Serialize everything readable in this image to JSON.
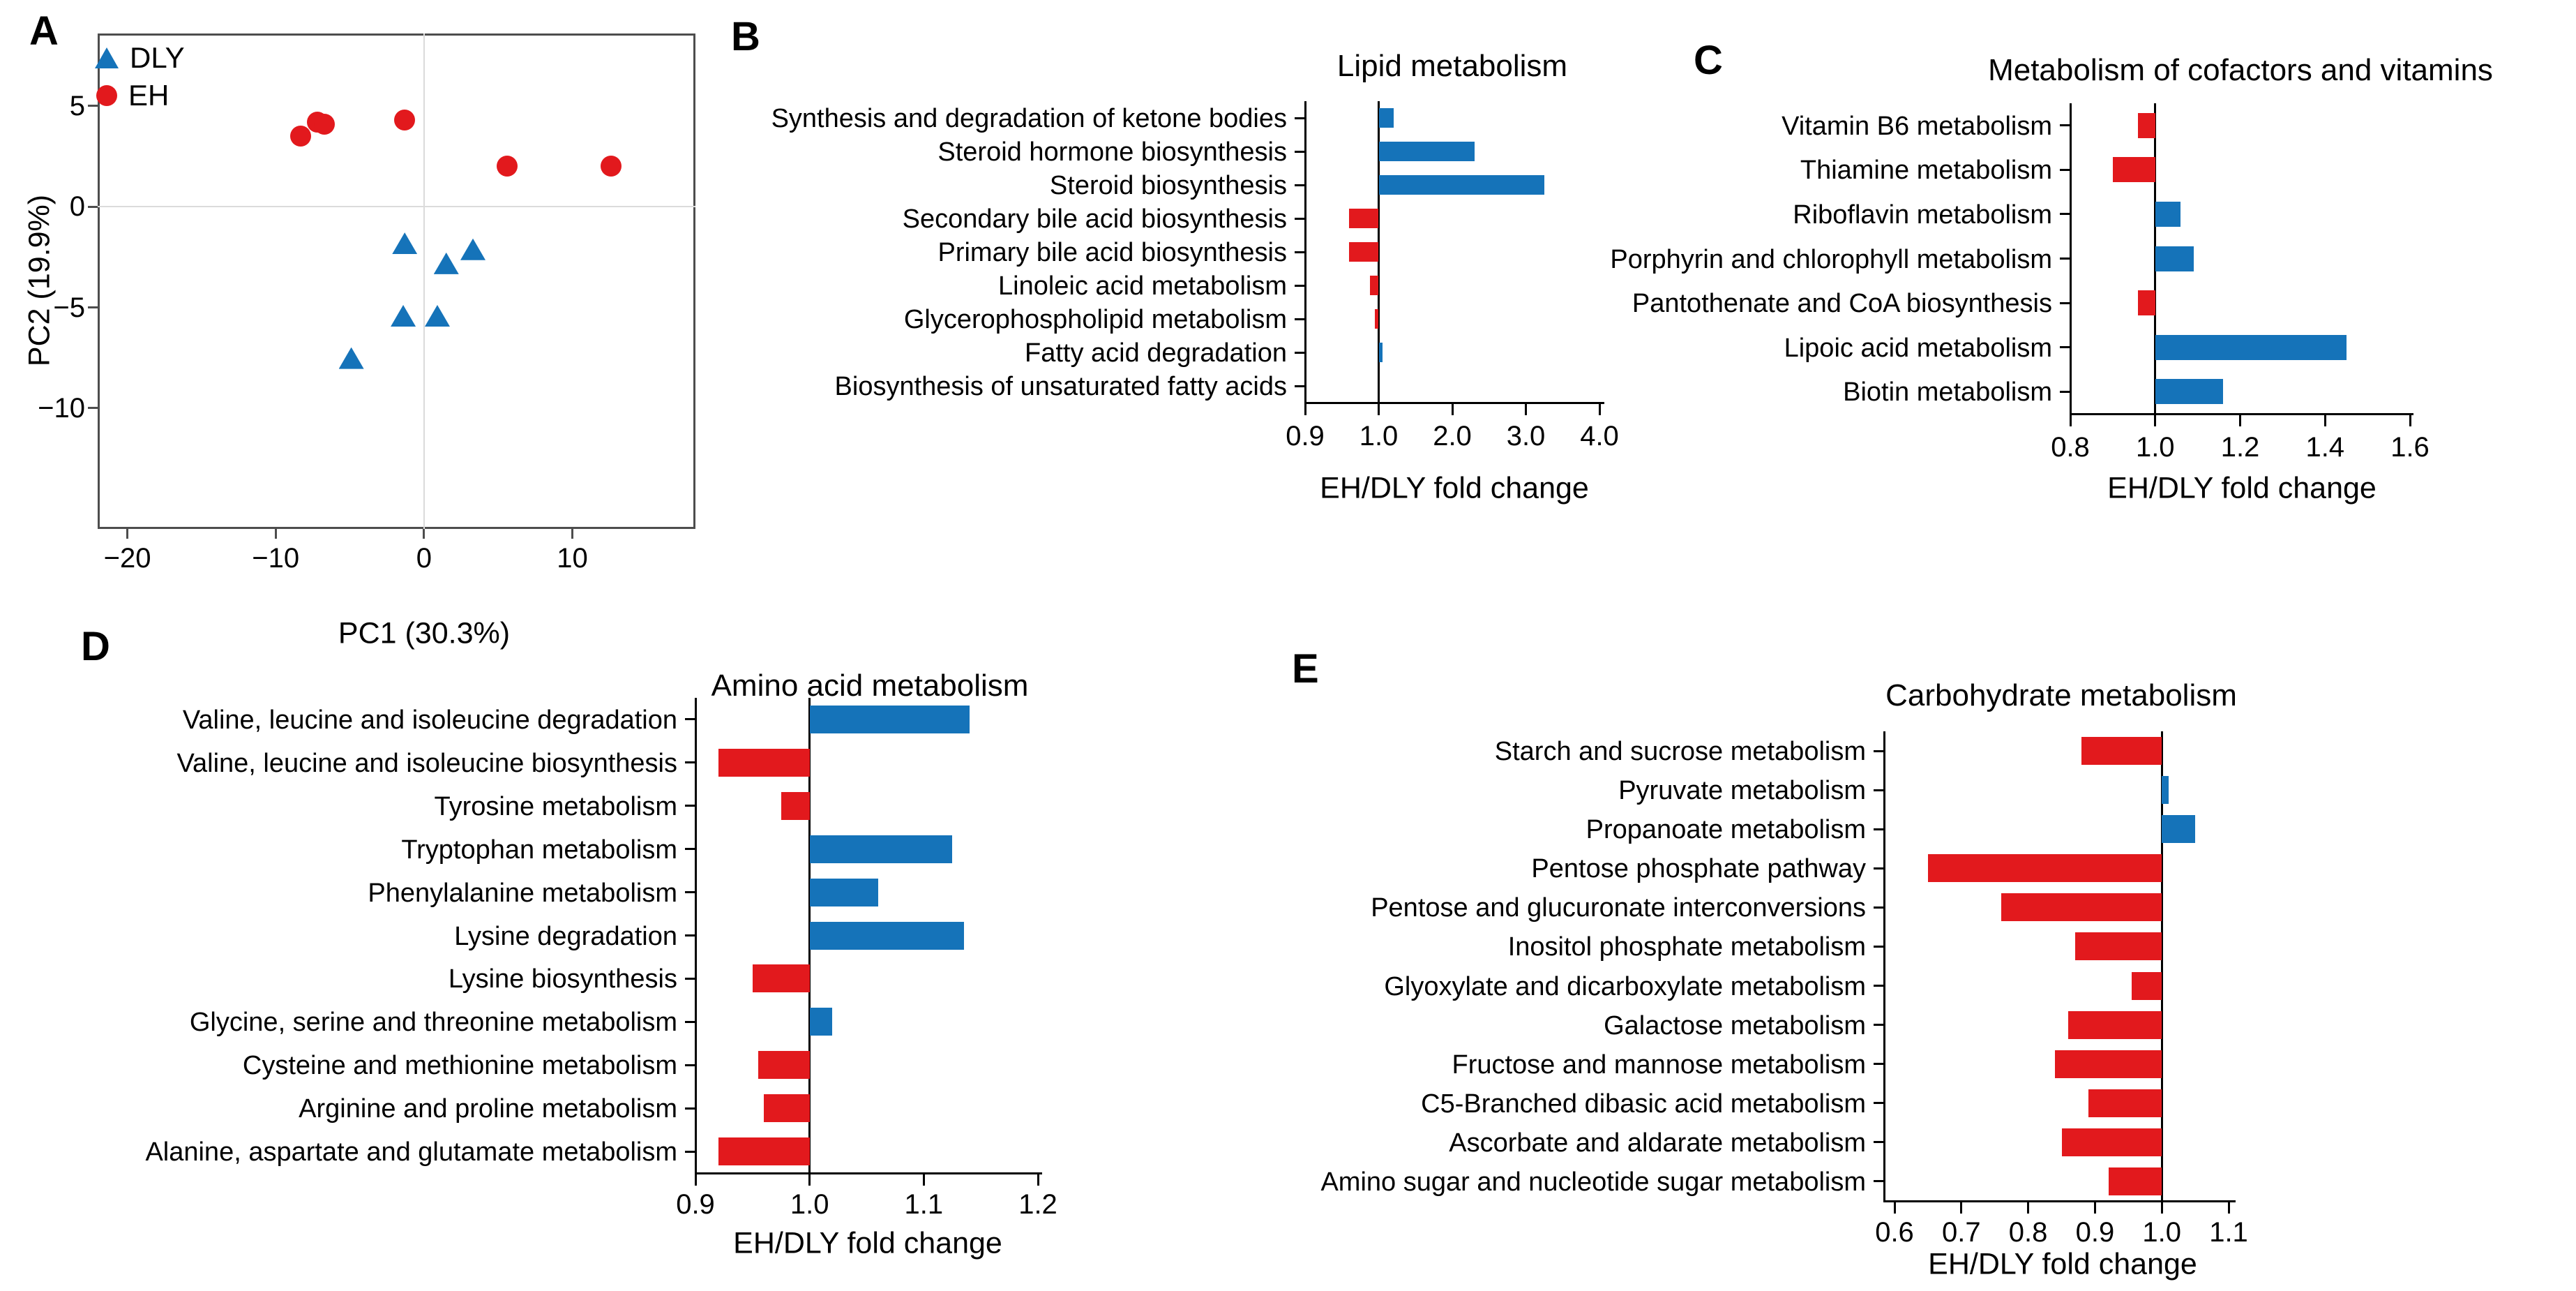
{
  "colors": {
    "dly_blue": "#1573B9",
    "eh_red": "#E2191D",
    "frame_gray": "#4D4D4D",
    "grid_gray": "#DBDBDB",
    "axis_black": "#000000"
  },
  "chart_data": [
    {
      "panel": "A",
      "type": "scatter",
      "xlabel": "PC1 (30.3%)",
      "ylabel": "PC2 (19.9%)",
      "xlim": [
        -22,
        18.3
      ],
      "ylim": [
        -16,
        8.6
      ],
      "xticks": [
        -20,
        -10,
        0,
        10
      ],
      "yticks": [
        5,
        0,
        -5,
        -10
      ],
      "gridlines": {
        "x_at": 0,
        "y_at": 0
      },
      "legend_position": "top-left",
      "series": [
        {
          "name": "DLY",
          "marker": "triangle",
          "color_key": "dly_blue",
          "points": [
            [
              -1.3,
              -1.9
            ],
            [
              3.3,
              -2.2
            ],
            [
              1.5,
              -2.9
            ],
            [
              -1.4,
              -5.5
            ],
            [
              0.9,
              -5.5
            ],
            [
              -4.9,
              -7.6
            ]
          ]
        },
        {
          "name": "EH",
          "marker": "circle",
          "color_key": "eh_red",
          "points": [
            [
              -8.3,
              3.5
            ],
            [
              -7.2,
              4.2
            ],
            [
              -6.7,
              4.1
            ],
            [
              -1.3,
              4.3
            ],
            [
              5.6,
              2.0
            ],
            [
              12.6,
              2.0
            ]
          ]
        }
      ]
    },
    {
      "panel": "B",
      "type": "bar",
      "title": "Lipid metabolism",
      "xlabel": "EH/DLY fold change",
      "baseline": 1.0,
      "scale": "piecewise-0.9-1.0-then-units",
      "xticks": [
        0.9,
        1.0,
        2.0,
        3.0,
        4.0
      ],
      "categories": [
        "Synthesis and degradation of ketone bodies",
        "Steroid hormone biosynthesis",
        "Steroid biosynthesis",
        "Secondary bile acid biosynthesis",
        "Primary bile acid biosynthesis",
        "Linoleic acid metabolism",
        "Glycerophospholipid metabolism",
        "Fatty acid degradation",
        "Biosynthesis of unsaturated fatty acids"
      ],
      "values": [
        1.2,
        2.3,
        3.25,
        0.96,
        0.96,
        0.988,
        0.995,
        1.05,
        1.0
      ]
    },
    {
      "panel": "C",
      "type": "bar",
      "title": "Metabolism of cofactors and vitamins",
      "xlabel": "EH/DLY fold change",
      "baseline": 1.0,
      "scale": "linear",
      "xticks": [
        0.8,
        1.0,
        1.2,
        1.4,
        1.6
      ],
      "categories": [
        "Vitamin B6 metabolism",
        "Thiamine metabolism",
        "Riboflavin metabolism",
        "Porphyrin and chlorophyll metabolism",
        "Pantothenate and CoA biosynthesis",
        "Lipoic acid metabolism",
        "Biotin metabolism"
      ],
      "values": [
        0.96,
        0.9,
        1.06,
        1.09,
        0.96,
        1.45,
        1.16
      ]
    },
    {
      "panel": "D",
      "type": "bar",
      "title": "Amino acid metabolism",
      "xlabel": "EH/DLY fold change",
      "baseline": 1.0,
      "scale": "linear",
      "xticks": [
        0.9,
        1.0,
        1.1,
        1.2
      ],
      "categories": [
        "Valine, leucine and isoleucine degradation",
        "Valine, leucine and isoleucine biosynthesis",
        "Tyrosine metabolism",
        "Tryptophan metabolism",
        "Phenylalanine metabolism",
        "Lysine degradation",
        "Lysine biosynthesis",
        "Glycine, serine and threonine metabolism",
        "Cysteine and methionine metabolism",
        "Arginine and proline metabolism",
        "Alanine, aspartate and glutamate metabolism"
      ],
      "values": [
        1.14,
        0.92,
        0.975,
        1.125,
        1.06,
        1.135,
        0.95,
        1.02,
        0.955,
        0.96,
        0.92
      ]
    },
    {
      "panel": "E",
      "type": "bar",
      "title": "Carbohydrate metabolism",
      "xlabel": "EH/DLY fold change",
      "baseline": 1.0,
      "scale": "linear",
      "xticks": [
        0.6,
        0.7,
        0.8,
        0.9,
        1.0,
        1.1
      ],
      "categories": [
        "Starch and sucrose metabolism",
        "Pyruvate metabolism",
        "Propanoate metabolism",
        "Pentose phosphate pathway",
        "Pentose and glucuronate interconversions",
        "Inositol phosphate metabolism",
        "Glyoxylate and dicarboxylate metabolism",
        "Galactose metabolism",
        "Fructose and mannose metabolism",
        "C5-Branched dibasic acid metabolism",
        "Ascorbate and aldarate metabolism",
        "Amino sugar and nucleotide sugar metabolism"
      ],
      "values": [
        0.88,
        1.01,
        1.05,
        0.65,
        0.76,
        0.87,
        0.955,
        0.86,
        0.84,
        0.89,
        0.85,
        0.92
      ]
    }
  ]
}
